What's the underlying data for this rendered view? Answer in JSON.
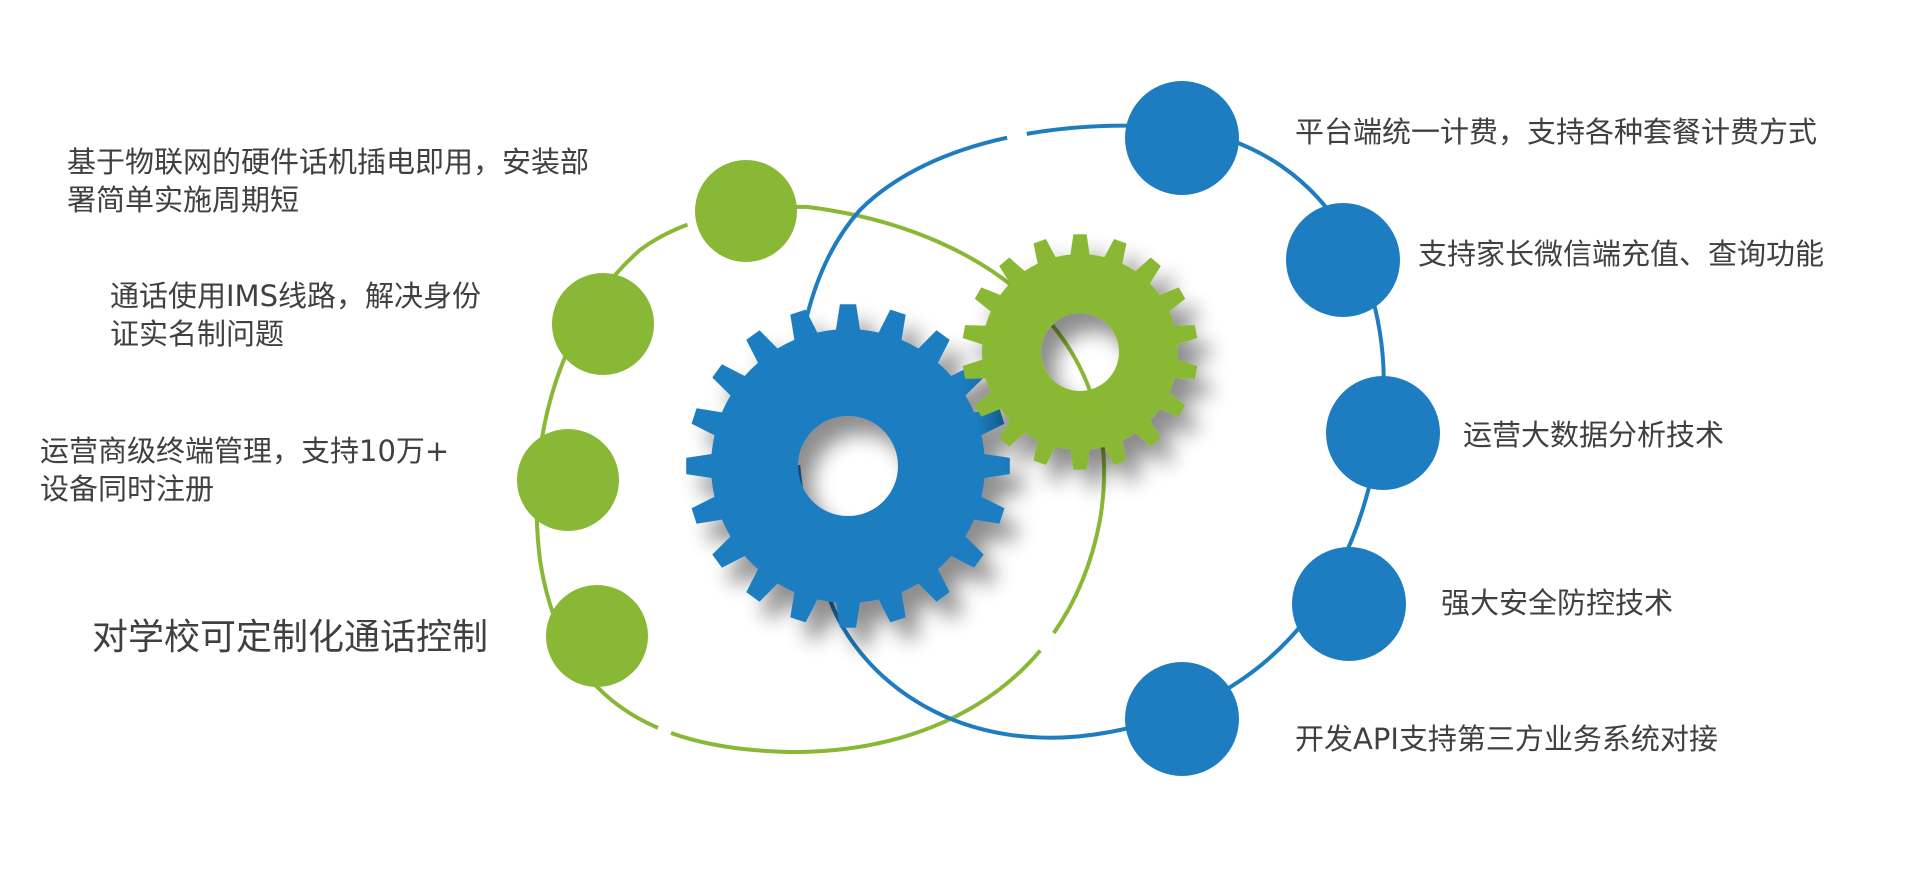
{
  "colors": {
    "green": "#89b836",
    "blue": "#1e7dc1",
    "text": "#404040",
    "background": "#ffffff"
  },
  "left_features": [
    {
      "line1": "基于物联网的硬件话机插电即用，安装部",
      "line2": "署简单实施周期短"
    },
    {
      "line1": "通话使用IMS线路，解决身份",
      "line2": "证实名制问题"
    },
    {
      "line1": "运营商级终端管理，支持10万+",
      "line2": "设备同时注册"
    },
    {
      "line1": "对学校可定制化通话控制"
    }
  ],
  "right_features": [
    {
      "line1": "平台端统一计费，支持各种套餐计费方式"
    },
    {
      "line1": "支持家长微信端充值、查询功能"
    },
    {
      "line1": "运营大数据分析技术"
    },
    {
      "line1": "强大安全防控技术"
    },
    {
      "line1": "开发API支持第三方业务系统对接"
    }
  ],
  "icons": {
    "large_gear": "blue-gear-icon",
    "small_gear": "green-gear-icon"
  }
}
